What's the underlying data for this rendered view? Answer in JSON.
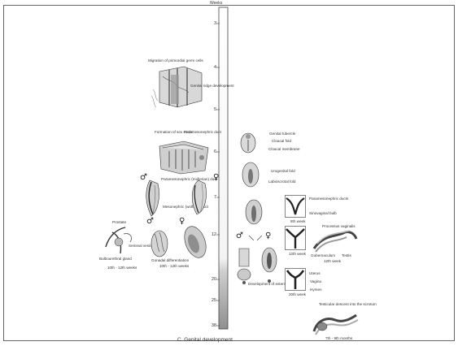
{
  "timeline": {
    "unit_label": "Weeks",
    "ticks": [
      "3",
      "4",
      "5",
      "6",
      "7",
      "12",
      "20",
      "25",
      "38"
    ],
    "caption": "C. Genital development"
  },
  "labels": {
    "migration": "Migration of primordial germ cells",
    "genital_ridge": "Genital ridge development",
    "sex_cords": "Formation of sex cords",
    "paramesonephric_duct": "Paramesonephric duct",
    "paramesonephric_mullerian": "Paramesonephric (mullerian) duct",
    "mesonephric_wolffian": "Mesonephric (wolffian) duct",
    "prostate": "Prostate",
    "seminal_vesicle": "Seminal vesicle",
    "bulbourethral_gland": "Bulbourethral gland",
    "weeks_10_12_left": "10th - 12th weeks",
    "gonadal_differentiation": "Gonadal differentiation",
    "weeks_10_12_mid": "10th - 12th weeks",
    "genital_tubercle": "Genital tubercle",
    "cloacal_fold": "Cloacal fold",
    "cloacal_membrane": "Cloacal membrane",
    "urogenital_fold": "Urogenital fold",
    "labioscrotal_fold": "Labioscrotal fold",
    "paramesonephric_ducts": "Paramesonephric ducts",
    "sinovaginal_bulb": "Sinovaginal bulb",
    "week_8": "8th week",
    "week_12": "12th week",
    "processus_vaginalis": "Processus vaginalis",
    "gubernaculum": "Gubernaculum",
    "testis": "Testis",
    "week_12_right": "12th week",
    "uterus": "Uterus",
    "vagina": "Vagina",
    "hymen": "Hymen",
    "week_20": "20th week",
    "external_genitalia": "Development of external genitalia",
    "testicular_descent": "Testicular descent into the scrotum",
    "months_7_9": "7th - 9th months"
  },
  "symbols": {
    "male": "♂",
    "female": "♀"
  }
}
